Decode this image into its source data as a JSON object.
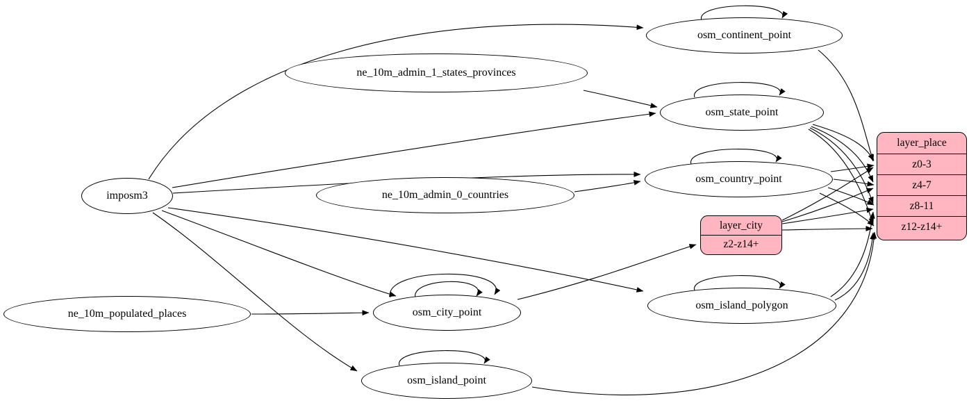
{
  "diagram": {
    "type": "graphviz-etl-graph",
    "colors": {
      "background": "#ffffff",
      "node_fill": "#ffffff",
      "record_fill": "#ffb6c1",
      "stroke": "#000000"
    },
    "nodes": {
      "imposm3": {
        "label": "imposm3"
      },
      "ne_states": {
        "label": "ne_10m_admin_1_states_provinces"
      },
      "ne_countries": {
        "label": "ne_10m_admin_0_countries"
      },
      "ne_places": {
        "label": "ne_10m_populated_places"
      },
      "continent": {
        "label": "osm_continent_point"
      },
      "state": {
        "label": "osm_state_point"
      },
      "country": {
        "label": "osm_country_point"
      },
      "city": {
        "label": "osm_city_point"
      },
      "island_polygon": {
        "label": "osm_island_polygon"
      },
      "island_point": {
        "label": "osm_island_point"
      }
    },
    "records": {
      "layer_city": {
        "title": "layer_city",
        "rows": [
          "z2-z14+"
        ]
      },
      "layer_place": {
        "title": "layer_place",
        "rows": [
          "z0-3",
          "z4-7",
          "z8-11",
          "z12-z14+"
        ]
      }
    },
    "edges": [
      {
        "from": "imposm3",
        "to": "osm_continent_point"
      },
      {
        "from": "imposm3",
        "to": "osm_state_point"
      },
      {
        "from": "imposm3",
        "to": "osm_country_point"
      },
      {
        "from": "imposm3",
        "to": "osm_city_point"
      },
      {
        "from": "imposm3",
        "to": "osm_island_polygon"
      },
      {
        "from": "imposm3",
        "to": "osm_island_point"
      },
      {
        "from": "ne_10m_admin_1_states_provinces",
        "to": "osm_state_point"
      },
      {
        "from": "ne_10m_admin_0_countries",
        "to": "osm_country_point"
      },
      {
        "from": "ne_10m_populated_places",
        "to": "osm_city_point"
      },
      {
        "from": "osm_continent_point",
        "to": "osm_continent_point"
      },
      {
        "from": "osm_state_point",
        "to": "osm_state_point"
      },
      {
        "from": "osm_country_point",
        "to": "osm_country_point"
      },
      {
        "from": "osm_city_point",
        "to": "osm_city_point"
      },
      {
        "from": "osm_city_point",
        "to": "osm_city_point"
      },
      {
        "from": "osm_island_polygon",
        "to": "osm_island_polygon"
      },
      {
        "from": "osm_island_point",
        "to": "osm_island_point"
      },
      {
        "from": "osm_city_point",
        "to": "layer_city:z2-z14+"
      },
      {
        "from": "osm_continent_point",
        "to": "layer_place:z0-3"
      },
      {
        "from": "osm_state_point",
        "to": "layer_place:z0-3"
      },
      {
        "from": "osm_state_point",
        "to": "layer_place:z4-7"
      },
      {
        "from": "osm_state_point",
        "to": "layer_place:z8-11"
      },
      {
        "from": "osm_state_point",
        "to": "layer_place:z12-z14+"
      },
      {
        "from": "osm_country_point",
        "to": "layer_place:z0-3"
      },
      {
        "from": "osm_country_point",
        "to": "layer_place:z4-7"
      },
      {
        "from": "osm_country_point",
        "to": "layer_place:z8-11"
      },
      {
        "from": "osm_country_point",
        "to": "layer_place:z12-z14+"
      },
      {
        "from": "layer_city",
        "to": "layer_place:z0-3"
      },
      {
        "from": "layer_city",
        "to": "layer_place:z4-7"
      },
      {
        "from": "layer_city",
        "to": "layer_place:z8-11"
      },
      {
        "from": "layer_city",
        "to": "layer_place:z12-z14+"
      },
      {
        "from": "osm_island_polygon",
        "to": "layer_place:z8-11"
      },
      {
        "from": "osm_island_polygon",
        "to": "layer_place:z12-z14+"
      },
      {
        "from": "osm_island_point",
        "to": "layer_place:z12-z14+"
      }
    ]
  }
}
